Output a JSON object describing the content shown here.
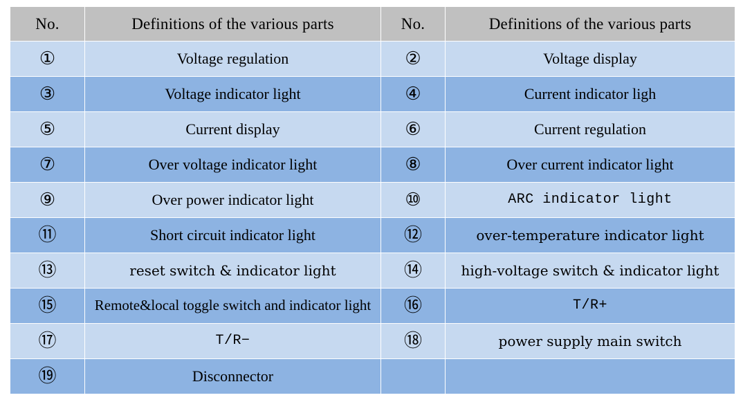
{
  "table": {
    "headers": [
      "No.",
      "Definitions of the various parts",
      "No.",
      "Definitions of the various parts"
    ],
    "colors": {
      "header_background": "#c0c0c0",
      "row_light": "#c6d9f0",
      "row_dark": "#8db3e2",
      "border": "#ffffff",
      "text": "#000000"
    },
    "rows": [
      {
        "shade": "light",
        "left_no": "①",
        "left_def": "Voltage regulation",
        "right_no": "②",
        "right_def": "Voltage display"
      },
      {
        "shade": "dark",
        "left_no": "③",
        "left_def": "Voltage indicator light",
        "right_no": "④",
        "right_def": "Current indicator ligh"
      },
      {
        "shade": "light",
        "left_no": "⑤",
        "left_def": "Current display",
        "right_no": "⑥",
        "right_def": "Current regulation"
      },
      {
        "shade": "dark",
        "left_no": "⑦",
        "left_def": "Over voltage indicator light",
        "right_no": "⑧",
        "right_def": "Over current indicator light"
      },
      {
        "shade": "light",
        "left_no": "⑨",
        "left_def": "Over power indicator light",
        "right_no": "⑩",
        "right_def": "ARC  indicator light"
      },
      {
        "shade": "dark",
        "left_no": "⑪",
        "left_def": "Short circuit indicator light",
        "right_no": "⑫",
        "right_def": "over-temperature indicator light"
      },
      {
        "shade": "light",
        "left_no": "⑬",
        "left_def": "reset switch & indicator light",
        "right_no": "⑭",
        "right_def": "high-voltage switch & indicator light"
      },
      {
        "shade": "dark",
        "left_no": "⑮",
        "left_def": "Remote&local toggle switch and indicator light",
        "right_no": "⑯",
        "right_def": "T/R+"
      },
      {
        "shade": "light",
        "left_no": "⑰",
        "left_def": "T/R−",
        "right_no": "⑱",
        "right_def": "power supply main switch"
      },
      {
        "shade": "dark",
        "left_no": "⑲",
        "left_def": "Disconnector",
        "right_no": "",
        "right_def": ""
      }
    ]
  }
}
